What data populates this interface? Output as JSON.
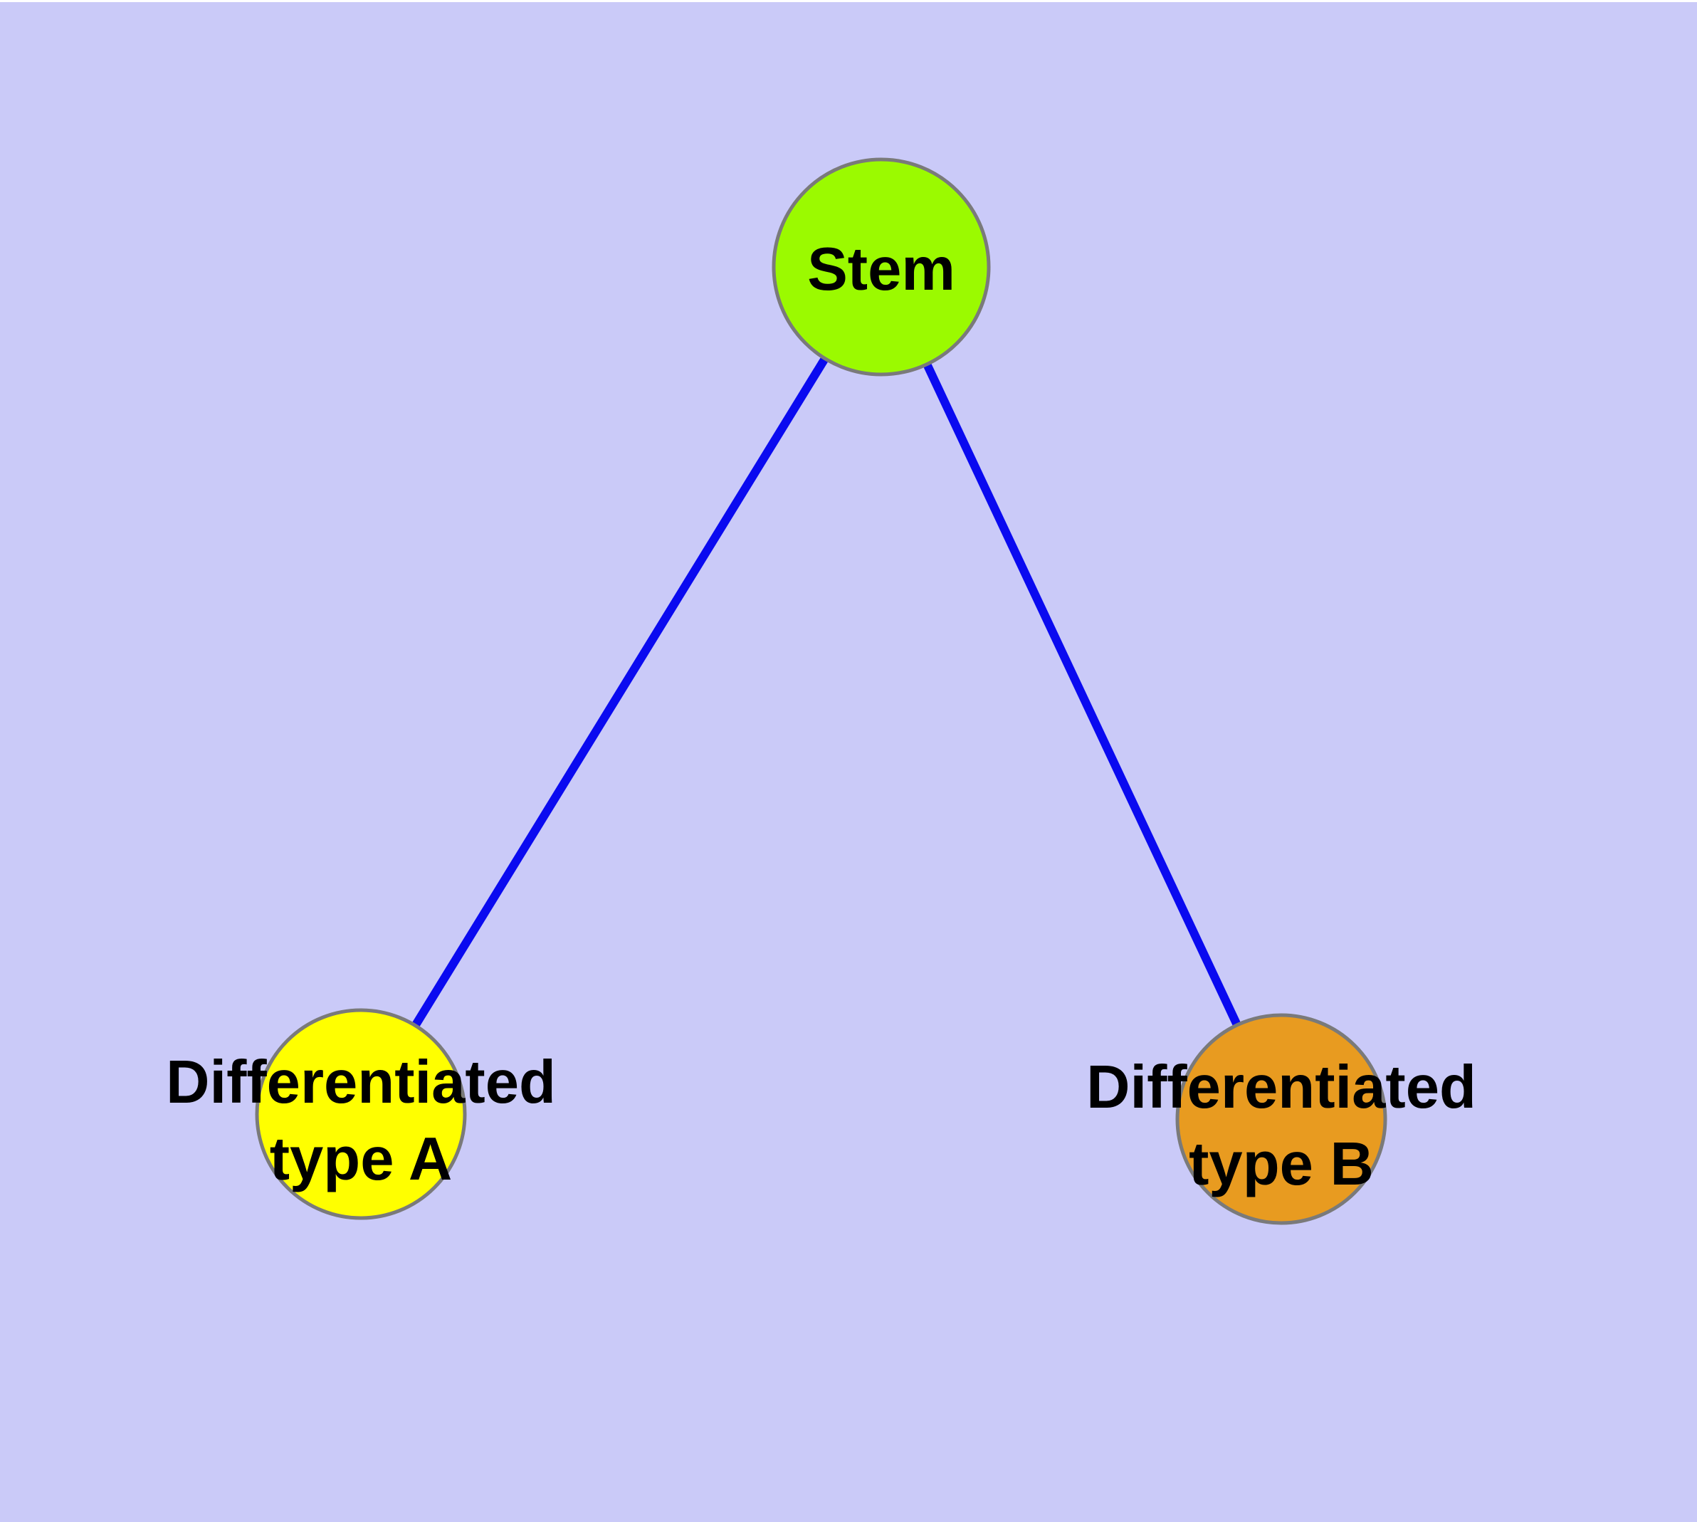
{
  "diagram": {
    "background_color": "#CACAF8",
    "top_margin_color": "#FFFFFF",
    "edge_color": "#0A0AF0",
    "node_border_color": "#7A7A7A",
    "label_color": "#000000",
    "nodes": [
      {
        "id": "stem",
        "label": "Stem",
        "fill_color": "#9BFA00"
      },
      {
        "id": "differentiated-type-a",
        "label_line1": "Differentiated",
        "label_line2": "type A",
        "fill_color": "#FFFF00"
      },
      {
        "id": "differentiated-type-b",
        "label_line1": "Differentiated",
        "label_line2": "type B",
        "fill_color": "#E89B20"
      }
    ],
    "edges": [
      {
        "from": "stem",
        "to": "differentiated-type-a"
      },
      {
        "from": "stem",
        "to": "differentiated-type-b"
      }
    ]
  }
}
